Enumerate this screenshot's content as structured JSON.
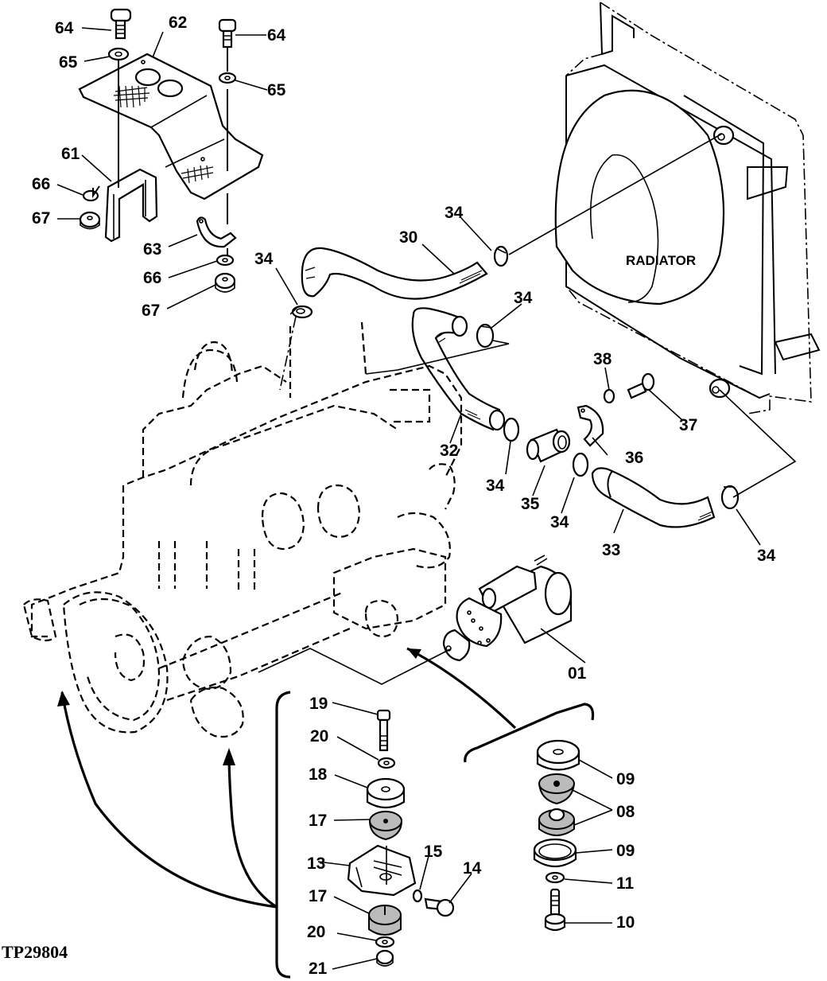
{
  "figure_id": "TP29804",
  "assemblies": {
    "radiator": {
      "label": "RADIATOR"
    },
    "engine": {
      "label": ""
    }
  },
  "callouts": [
    {
      "id": "64a",
      "number": "64",
      "part": "bolt"
    },
    {
      "id": "64b",
      "number": "64",
      "part": "bolt"
    },
    {
      "id": "62",
      "number": "62",
      "part": "bracket plate"
    },
    {
      "id": "65a",
      "number": "65",
      "part": "washer"
    },
    {
      "id": "65b",
      "number": "65",
      "part": "washer"
    },
    {
      "id": "61",
      "number": "61",
      "part": "U-bracket"
    },
    {
      "id": "66a",
      "number": "66",
      "part": "lock washer"
    },
    {
      "id": "67a",
      "number": "67",
      "part": "nut"
    },
    {
      "id": "63",
      "number": "63",
      "part": "clamp"
    },
    {
      "id": "66b",
      "number": "66",
      "part": "lock washer"
    },
    {
      "id": "67b",
      "number": "67",
      "part": "nut"
    },
    {
      "id": "34a",
      "number": "34",
      "part": "hose clamp"
    },
    {
      "id": "34b",
      "number": "34",
      "part": "hose clamp"
    },
    {
      "id": "34c",
      "number": "34",
      "part": "hose clamp"
    },
    {
      "id": "34d",
      "number": "34",
      "part": "hose clamp"
    },
    {
      "id": "34e",
      "number": "34",
      "part": "hose clamp"
    },
    {
      "id": "34f",
      "number": "34",
      "part": "hose clamp"
    },
    {
      "id": "30",
      "number": "30",
      "part": "upper hose"
    },
    {
      "id": "32",
      "number": "32",
      "part": "lower hose"
    },
    {
      "id": "33",
      "number": "33",
      "part": "hose"
    },
    {
      "id": "35",
      "number": "35",
      "part": "pipe"
    },
    {
      "id": "36",
      "number": "36",
      "part": "clamp"
    },
    {
      "id": "37",
      "number": "37",
      "part": "drain cock"
    },
    {
      "id": "38",
      "number": "38",
      "part": "washer"
    },
    {
      "id": "01",
      "number": "01",
      "part": "starting motor"
    },
    {
      "id": "19",
      "number": "19",
      "part": "bolt"
    },
    {
      "id": "20a",
      "number": "20",
      "part": "washer"
    },
    {
      "id": "18",
      "number": "18",
      "part": "cap"
    },
    {
      "id": "17a",
      "number": "17",
      "part": "rubber cushion"
    },
    {
      "id": "13",
      "number": "13",
      "part": "mount bracket"
    },
    {
      "id": "15",
      "number": "15",
      "part": "lock washer"
    },
    {
      "id": "14",
      "number": "14",
      "part": "cap screw"
    },
    {
      "id": "17b",
      "number": "17",
      "part": "rubber cushion"
    },
    {
      "id": "20b",
      "number": "20",
      "part": "washer"
    },
    {
      "id": "21",
      "number": "21",
      "part": "nut"
    },
    {
      "id": "09a",
      "number": "09",
      "part": "cap"
    },
    {
      "id": "08",
      "number": "08",
      "part": "rubber cushion"
    },
    {
      "id": "09b",
      "number": "09",
      "part": "cup"
    },
    {
      "id": "11",
      "number": "11",
      "part": "washer"
    },
    {
      "id": "10",
      "number": "10",
      "part": "cap screw"
    }
  ]
}
